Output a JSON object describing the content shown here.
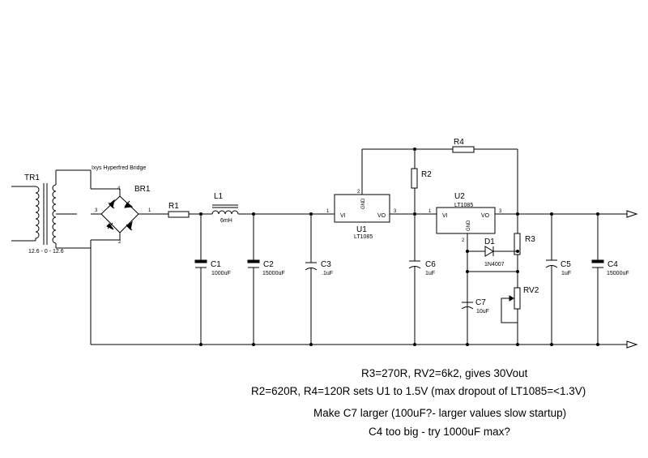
{
  "components": {
    "tr1": {
      "ref": "TR1",
      "value": "12.6 - 0 - 12.6"
    },
    "br1": {
      "ref": "BR1",
      "desc": "Ixys Hyperfred Bridge",
      "pins": [
        "4",
        "1",
        "3",
        "2"
      ]
    },
    "r1": {
      "ref": "R1"
    },
    "l1": {
      "ref": "L1",
      "value": "6mH"
    },
    "c1": {
      "ref": "C1",
      "value": "1000uF"
    },
    "c2": {
      "ref": "C2",
      "value": "15000uF"
    },
    "c3": {
      "ref": "C3",
      "value": ".1uF"
    },
    "u1": {
      "ref": "U1",
      "part": "LT1085",
      "vi": "VI",
      "vo": "VO",
      "gnd": "GND",
      "pins": [
        "1",
        "2",
        "3"
      ]
    },
    "r2": {
      "ref": "R2"
    },
    "r4": {
      "ref": "R4"
    },
    "c6": {
      "ref": "C6",
      "value": "1uF"
    },
    "u2": {
      "ref": "U2",
      "part": "LT1085",
      "vi": "VI",
      "vo": "VO",
      "gnd": "GND",
      "pins": [
        "1",
        "2",
        "3"
      ]
    },
    "d1": {
      "ref": "D1",
      "part": "1N4007"
    },
    "r3": {
      "ref": "R3"
    },
    "rv2": {
      "ref": "RV2"
    },
    "c7": {
      "ref": "C7",
      "value": "10uF"
    },
    "c5": {
      "ref": "C5",
      "value": "1uF"
    },
    "c4": {
      "ref": "C4",
      "value": "15000uF"
    }
  },
  "notes": [
    "R3=270R, RV2=6k2, gives 30Vout",
    "R2=620R, R4=120R sets U1 to 1.5V (max dropout of LT1085=<1.3V)",
    "Make C7 larger (100uF?-  larger values slow startup)",
    "C4 too big - try 1000uF max?"
  ]
}
